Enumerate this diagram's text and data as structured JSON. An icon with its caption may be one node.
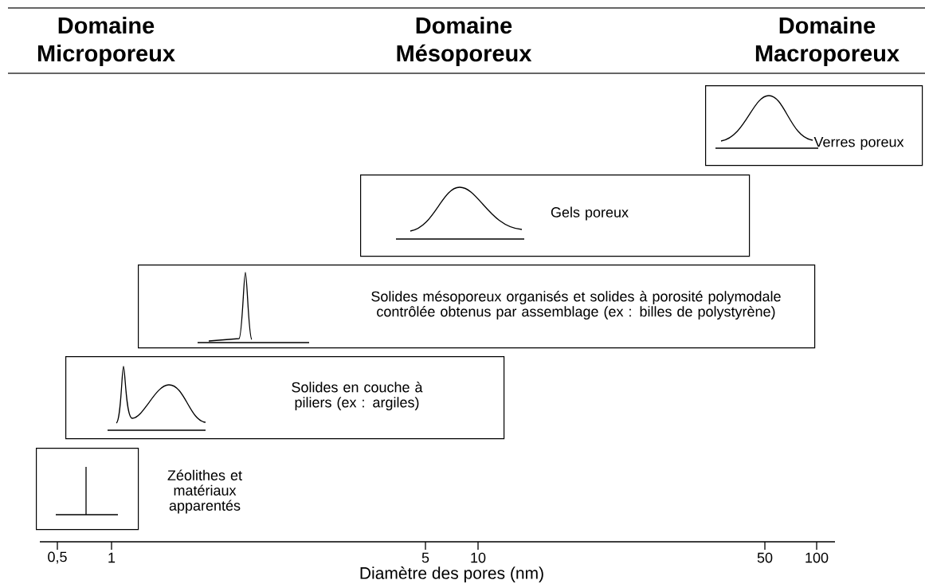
{
  "diagram": {
    "nodes": [
      {
        "text": [
          "Verres poreux"
        ]
      },
      {
        "text": [
          "Gels poreux"
        ]
      },
      {
        "text": [
          "Solides mésoporeux organisés et solides à porosité polymodale contrôlée obtenus par assemblage (ex : billes de polystyrène)"
        ]
      },
      {
        "text": [
          "Solides en couche à piliers (ex : argiles)"
        ]
      },
      {
        "text": [],
        "shape": "box",
        "beside": [
          "Zéolithes et matériaux apparentés"
        ]
      }
    ],
    "labels": [
      "Domaine Microporeux",
      "Domaine Mésoporeux",
      "Domaine Macroporeux",
      "0,5",
      "1",
      "5",
      "10",
      "50",
      "100",
      "Diamètre des pores (nm)"
    ]
  }
}
